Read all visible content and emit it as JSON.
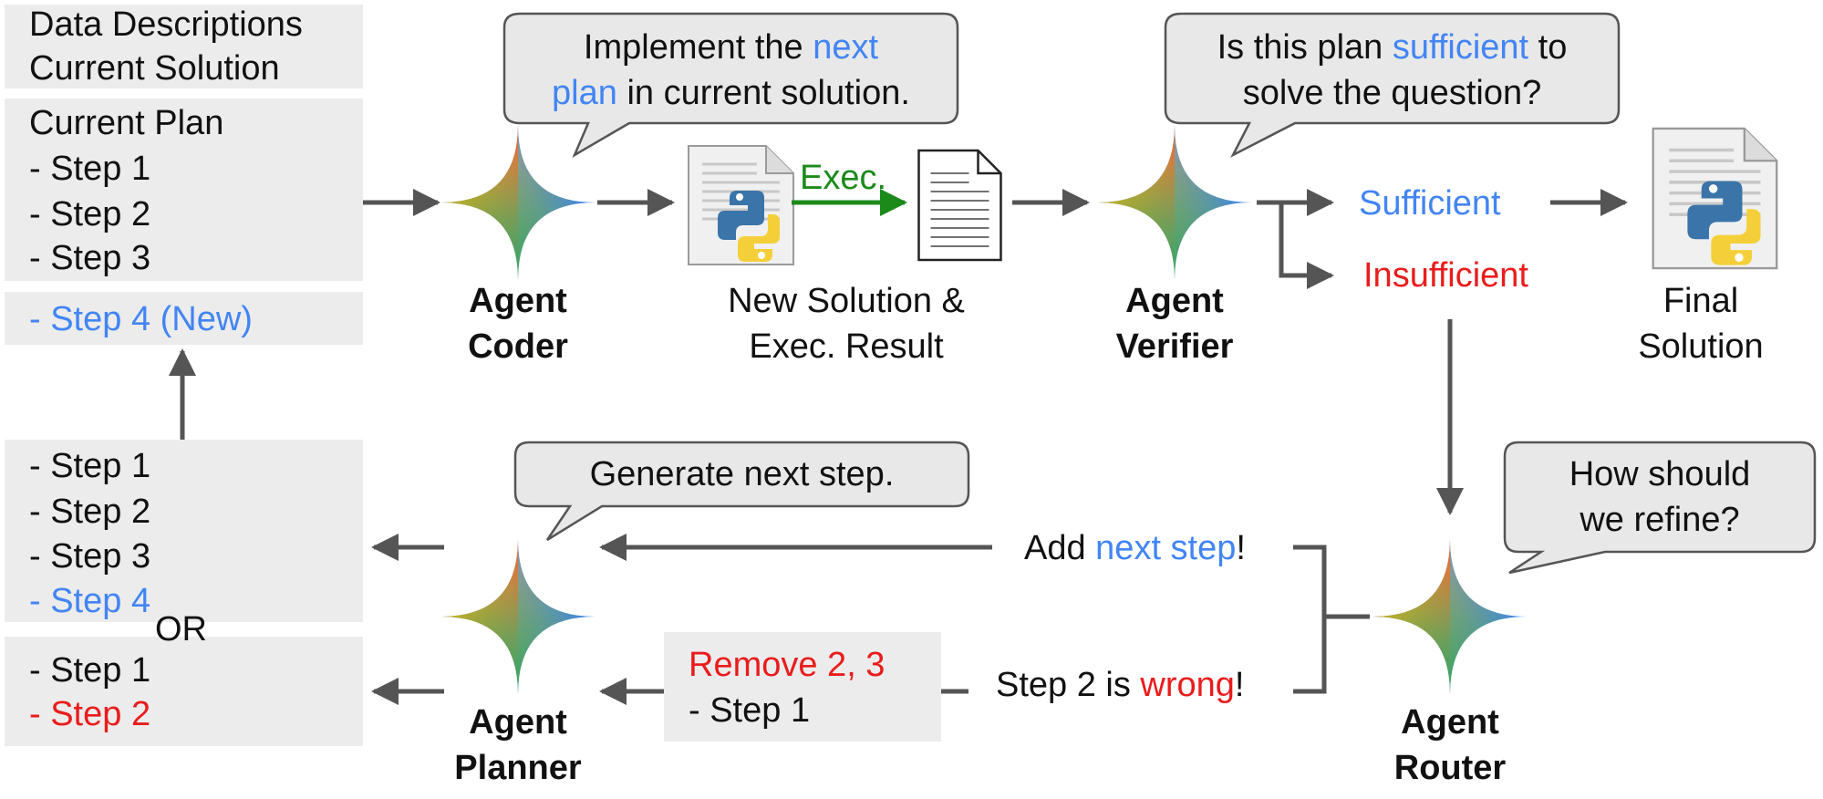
{
  "context_box": {
    "line1": "Data Descriptions",
    "line2": "Current Solution"
  },
  "plan_box": {
    "title": "Current Plan",
    "steps": [
      "- Step 1",
      "- Step 2",
      "- Step 3"
    ]
  },
  "new_step_box": {
    "text": "- Step 4 (New)"
  },
  "add_result_box": {
    "steps": [
      "- Step 1",
      "- Step 2",
      "- Step 3"
    ],
    "new_step": "- Step 4"
  },
  "or_label": "OR",
  "remove_result_box": {
    "step1": "- Step 1",
    "step2": "- Step 2"
  },
  "agents": {
    "coder": {
      "line1": "Agent",
      "line2": "Coder"
    },
    "verifier": {
      "line1": "Agent",
      "line2": "Verifier"
    },
    "planner": {
      "line1": "Agent",
      "line2": "Planner"
    },
    "router": {
      "line1": "Agent",
      "line2": "Router"
    }
  },
  "bubbles": {
    "coder": {
      "pre": "Implement the ",
      "hl1": "next",
      "hl2": "plan",
      "post": " in current solution."
    },
    "verifier": {
      "pre": "Is this plan ",
      "hl": "sufficient",
      "post": " to",
      "line2": "solve the question?"
    },
    "planner": {
      "text": "Generate next step."
    },
    "router": {
      "line1": "How should",
      "line2": "we refine?"
    }
  },
  "exec_label": "Exec.",
  "new_solution": {
    "line1": "New Solution &",
    "line2": "Exec. Result"
  },
  "sufficient": "Sufficient",
  "insufficient": "Insufficient",
  "final_solution": {
    "line1": "Final",
    "line2": "Solution"
  },
  "add_next_step": {
    "pre": "Add ",
    "hl": "next step",
    "post": "!"
  },
  "step2_wrong": {
    "pre": "Step 2 is ",
    "hl": "wrong",
    "post": "!"
  },
  "remove_box": {
    "title": "Remove 2, 3",
    "step": "- Step 1"
  },
  "colors": {
    "blue_highlight": "#4285f4",
    "red_highlight": "#ea1c1c",
    "exec_arrow": "#1b8a1b",
    "arrow_gray": "#555555",
    "box_fill": "#ececec",
    "bubble_fill": "#e8e8e8",
    "star_colors": [
      "#ea4335",
      "#fbbc04",
      "#34a853",
      "#4285f4"
    ]
  }
}
